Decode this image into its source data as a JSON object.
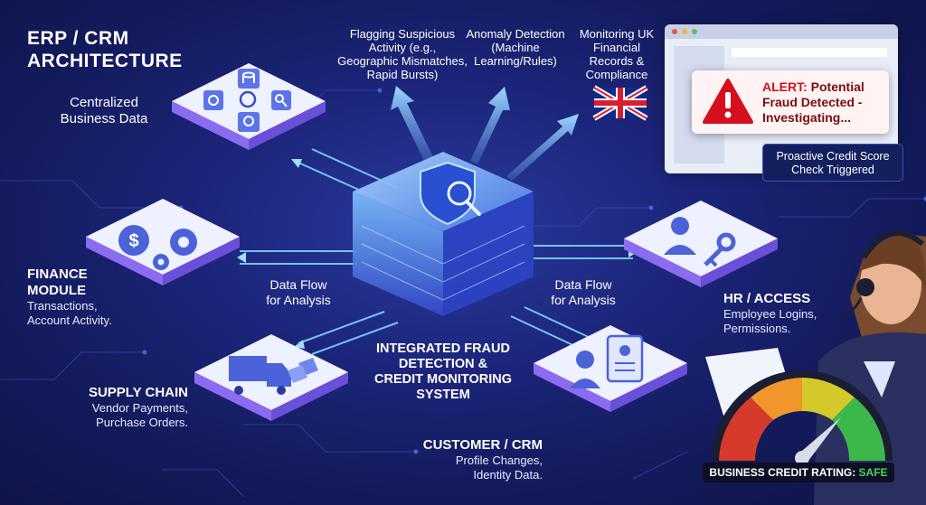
{
  "title": {
    "line1": "ERP / CRM",
    "line2": "ARCHITECTURE"
  },
  "top_modules": {
    "centralized": {
      "line1": "Centralized",
      "line2": "Business Data"
    }
  },
  "modules": {
    "finance": {
      "title_line1": "FINANCE",
      "title_line2": "MODULE",
      "sub_line1": "Transactions,",
      "sub_line2": "Account Activity."
    },
    "supply_chain": {
      "title": "SUPPLY CHAIN",
      "sub_line1": "Vendor Payments,",
      "sub_line2": "Purchase Orders."
    },
    "hr": {
      "title": "HR / ACCESS",
      "sub_line1": "Employee Logins,",
      "sub_line2": "Permissions."
    },
    "customer": {
      "title": "CUSTOMER / CRM",
      "sub_line1": "Profile Changes,",
      "sub_line2": "Identity Data."
    }
  },
  "flow_labels": {
    "left": {
      "line1": "Data Flow",
      "line2": "for Analysis"
    },
    "right": {
      "line1": "Data Flow",
      "line2": "for Analysis"
    }
  },
  "core": {
    "line1": "INTEGRATED FRAUD",
    "line2": "DETECTION &",
    "line3": "CREDIT MONITORING",
    "line4": "SYSTEM"
  },
  "outputs": {
    "flagging": {
      "line1": "Flagging Suspicious",
      "line2": "Activity (e.g.,",
      "line3": "Geographic Mismatches,",
      "line4": "Rapid Bursts)"
    },
    "anomaly": {
      "line1": "Anomaly Detection",
      "line2": "(Machine",
      "line3": "Learning/Rules)"
    },
    "monitoring": {
      "line1": "Monitoring UK",
      "line2": "Financial",
      "line3": "Records &",
      "line4": "Compliance"
    }
  },
  "alert": {
    "prefix": "ALERT:",
    "line1_rest": " Potential",
    "line2": "Fraud Detected -",
    "line3": "Investigating..."
  },
  "tooltip": {
    "line1": "Proactive Credit Score",
    "line2": "Check Triggered"
  },
  "rating": {
    "label": "BUSINESS CREDIT RATING: ",
    "status": "SAFE"
  },
  "colors": {
    "background": "#1b2478",
    "accent_glow": "#7fd3ff",
    "alert_red": "#d40f1e",
    "safe_green": "#46d657",
    "tile_shadow": "#6a4fd8"
  },
  "icons": [
    "database-icon",
    "gear-icon",
    "magnifier-icon",
    "key-icon",
    "dollar-icon",
    "truck-icon",
    "box-icon",
    "user-icon",
    "id-card-icon",
    "shield-icon",
    "warning-icon",
    "uk-flag-icon",
    "gauge-icon",
    "headset-agent-icon"
  ]
}
